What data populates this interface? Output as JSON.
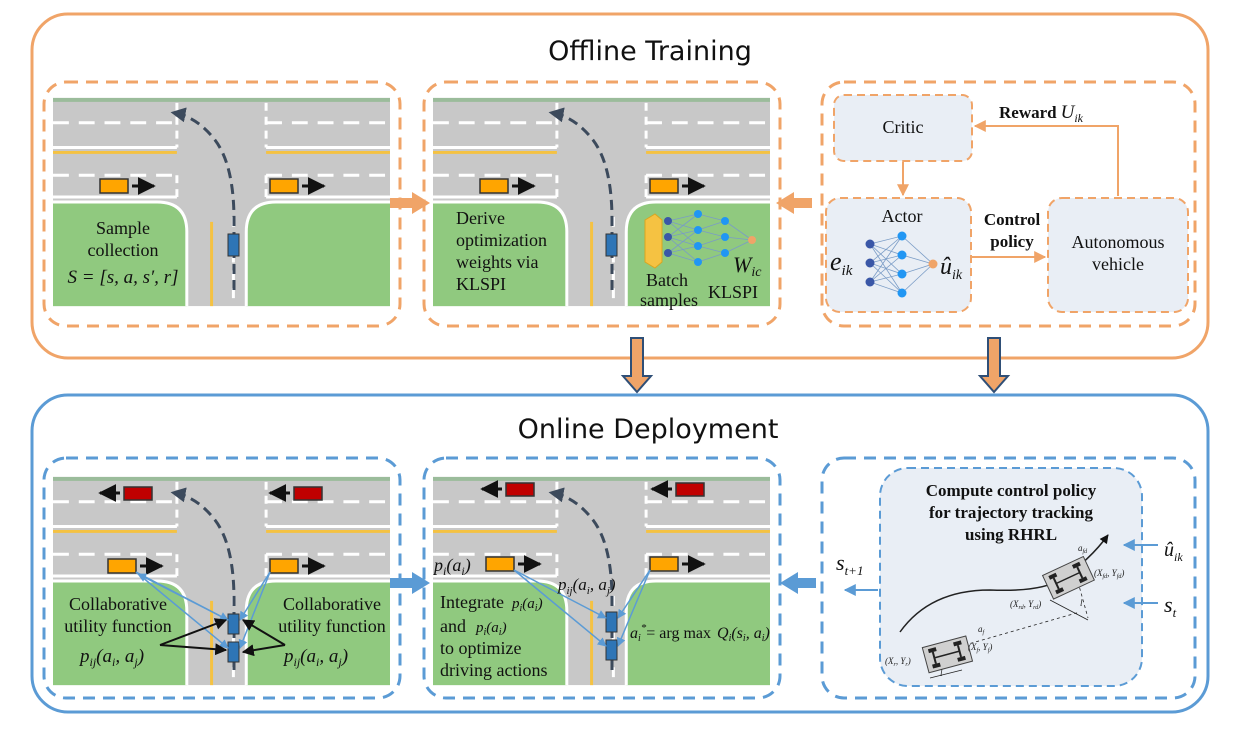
{
  "offline": {
    "title": "Offline Training",
    "sample_label_1": "Sample",
    "sample_label_2": "collection",
    "sample_formula": "S = [s, a, s′, r]",
    "derive_1": "Derive",
    "derive_2": "optimization",
    "derive_3": "weights via",
    "derive_4": "KLSPI",
    "batch_1": "Batch",
    "batch_2": "samples",
    "w_ic": "W",
    "w_ic_sub": "ic",
    "klspi": "KLSPI",
    "critic": "Critic",
    "actor": "Actor",
    "e_ik": "e",
    "e_ik_sub": "ik",
    "u_hat": "û",
    "u_hat_sub": "ik",
    "reward": "Reward",
    "reward_var": "U",
    "reward_sub": "ik",
    "control_1": "Control",
    "control_2": "policy",
    "auto_1": "Autonomous",
    "auto_2": "vehicle"
  },
  "online": {
    "title": "Online Deployment",
    "collab_left_1": "Collaborative",
    "collab_left_2": "utility function",
    "collab_right_1": "Collaborative",
    "collab_right_2": "utility function",
    "p_ij": "p",
    "p_ij_sub": "ij",
    "p_ij_args": "(a",
    "p_i": "p",
    "p_i_sub": "i",
    "integrate_1": "Integrate",
    "integrate_2": "and",
    "integrate_3": "to optimize",
    "integrate_4": "driving actions",
    "argmax_lhs": "a",
    "argmax_eq": "= arg max",
    "argmax_rhs": "Q",
    "compute_1": "Compute control policy",
    "compute_2": "for trajectory tracking",
    "compute_3": "using RHRL",
    "s_t1": "s",
    "s_t1_sub": "t+1",
    "s_t": "s",
    "s_t_sub": "t",
    "u_hat": "û",
    "u_hat_sub": "ik"
  },
  "colors": {
    "orange": "#f0a468",
    "blue": "#5b9bd5",
    "green": "#90c97f",
    "road": "#c8c8c8",
    "yellow": "#f5c242",
    "car_orange": "#ffa500",
    "car_red": "#c00000",
    "car_blue": "#2e75b6",
    "box_fill": "#e9eef5"
  }
}
